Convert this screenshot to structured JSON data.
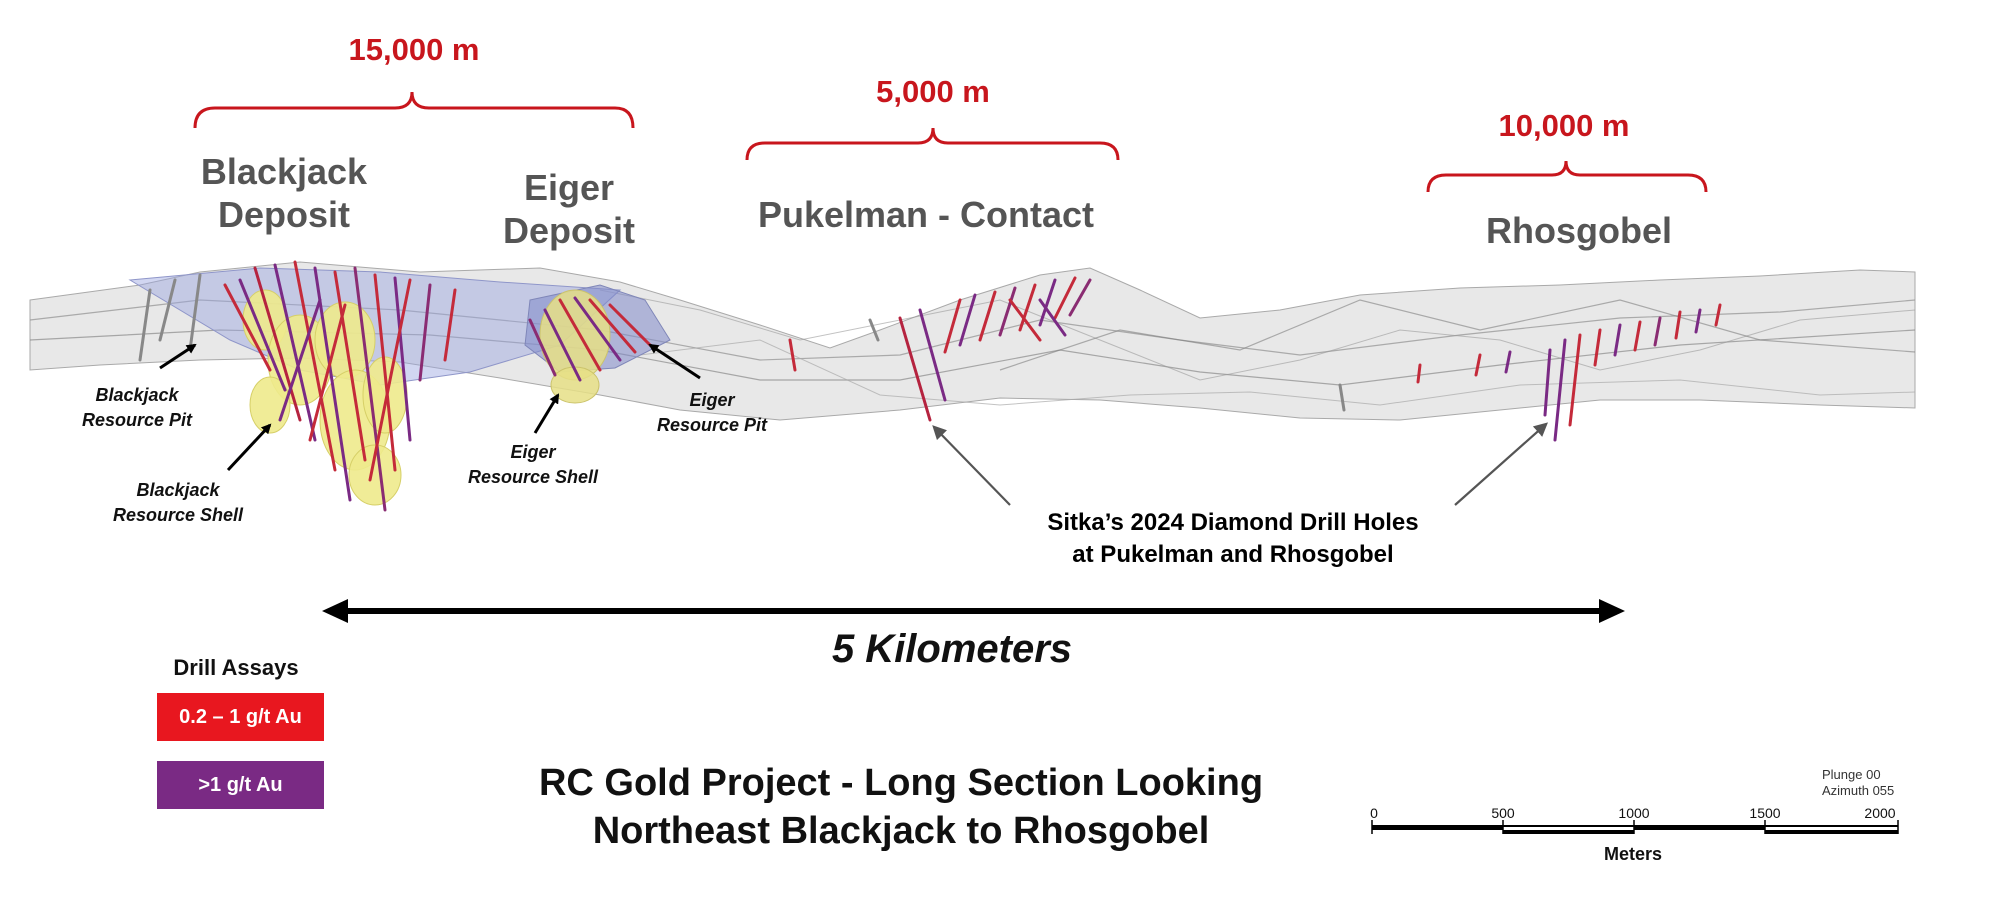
{
  "drill_meters": {
    "blackjack_eiger": "15,000 m",
    "pukelman": "5,000 m",
    "rhosgobel": "10,000 m"
  },
  "deposits": {
    "blackjack": [
      "Blackjack",
      "Deposit"
    ],
    "eiger": [
      "Eiger",
      "Deposit"
    ],
    "pukelman": "Pukelman - Contact",
    "rhosgobel": "Rhosgobel"
  },
  "callouts": {
    "blackjack_pit": [
      "Blackjack",
      "Resource Pit"
    ],
    "blackjack_shell": [
      "Blackjack",
      "Resource Shell"
    ],
    "eiger_shell": [
      "Eiger",
      "Resource Shell"
    ],
    "eiger_pit": [
      "Eiger",
      "Resource Pit"
    ]
  },
  "drill_holes_note": [
    "Sitka’s 2024 Diamond Drill Holes",
    "at Pukelman and Rhosgobel"
  ],
  "distance_label": "5 Kilometers",
  "legend": {
    "title": "Drill Assays",
    "items": [
      {
        "label": "0.2 – 1 g/t Au",
        "color": "#e8171f"
      },
      {
        "label": ">1 g/t Au",
        "color": "#7a2a84"
      }
    ]
  },
  "title": [
    "RC Gold Project - Long Section Looking",
    "Northeast Blackjack to Rhosgobel"
  ],
  "scale_bar": {
    "ticks": [
      "0",
      "500",
      "1000",
      "1500",
      "2000"
    ],
    "unit": "Meters",
    "plunge": "Plunge 00",
    "azimuth": "Azimuth 055"
  },
  "colors": {
    "accent_red": "#c8161d",
    "resource_pit": "#9aa3e0",
    "resource_shell": "#eeea8c",
    "terrain": "#bdbdbd"
  }
}
